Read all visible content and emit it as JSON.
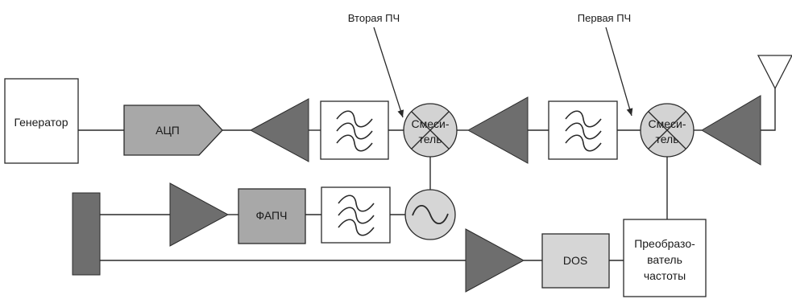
{
  "annotations": {
    "second_if": "Вторая ПЧ",
    "first_if": "Первая ПЧ"
  },
  "blocks": {
    "generator": "Генератор",
    "adc": "АЦП",
    "pll": "ФАПЧ",
    "dos": "DOS",
    "mixer_line1": "Смеси-",
    "mixer_line2": "тель",
    "converter_line1": "Преобразо-",
    "converter_line2": "ватель",
    "converter_line3": "частоты"
  },
  "colors": {
    "amplifier": "#6e6e6e",
    "adc": "#a8a8a8",
    "pll": "#a8a8a8",
    "dos": "#d6d6d6",
    "mixer": "#d3d3d3",
    "oscillator": "#d6d6d6",
    "line": "#2a2a2a"
  },
  "icons": [
    "antenna-icon",
    "amplifier-icon",
    "bandpass-filter-icon",
    "mixer-icon",
    "oscillator-icon"
  ]
}
